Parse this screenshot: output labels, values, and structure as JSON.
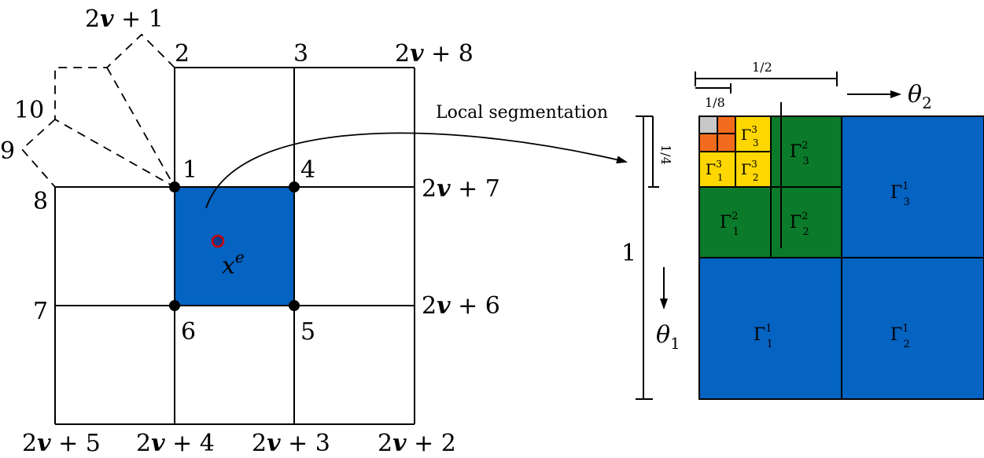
{
  "colors": {
    "blue": "#0563c1",
    "green": "#0b7a2a",
    "yellow": "#ffd700",
    "orange": "#f26b1d",
    "gray": "#c8c8c8",
    "line": "#000000",
    "marker": "#cc0000"
  },
  "left_mesh": {
    "node_labels": {
      "n1": "1",
      "n2": "2",
      "n3": "3",
      "n4": "4",
      "n5": "5",
      "n6": "6",
      "n7": "7",
      "n8": "8",
      "n9": "9",
      "n10": "10"
    },
    "v_labels": {
      "v1": {
        "pre": "2",
        "v": "v",
        "post": " + 1"
      },
      "v2": {
        "pre": "2",
        "v": "v",
        "post": " + 2"
      },
      "v3": {
        "pre": "2",
        "v": "v",
        "post": " + 3"
      },
      "v4": {
        "pre": "2",
        "v": "v",
        "post": " + 4"
      },
      "v5": {
        "pre": "2",
        "v": "v",
        "post": " + 5"
      },
      "v6": {
        "pre": "2",
        "v": "v",
        "post": " + 6"
      },
      "v7": {
        "pre": "2",
        "v": "v",
        "post": " + 7"
      },
      "v8": {
        "pre": "2",
        "v": "v",
        "post": " + 8"
      }
    },
    "point": {
      "base": "x",
      "sup": "e"
    }
  },
  "arrow_label": "Local segmentation",
  "right_panel": {
    "dim_half": "1/2",
    "dim_eighth": "1/8",
    "dim_quarter": "1/4",
    "dim_one": "1",
    "theta1": {
      "base": "θ",
      "sub": "1"
    },
    "theta2": {
      "base": "θ",
      "sub": "2"
    },
    "gammas": {
      "g11": {
        "base": "Γ",
        "sup": "1",
        "sub": "1"
      },
      "g21": {
        "base": "Γ",
        "sup": "1",
        "sub": "2"
      },
      "g31": {
        "base": "Γ",
        "sup": "1",
        "sub": "3"
      },
      "g12": {
        "base": "Γ",
        "sup": "2",
        "sub": "1"
      },
      "g22": {
        "base": "Γ",
        "sup": "2",
        "sub": "2"
      },
      "g32": {
        "base": "Γ",
        "sup": "2",
        "sub": "3"
      },
      "g13": {
        "base": "Γ",
        "sup": "3",
        "sub": "1"
      },
      "g23": {
        "base": "Γ",
        "sup": "3",
        "sub": "2"
      },
      "g33": {
        "base": "Γ",
        "sup": "3",
        "sub": "3"
      }
    }
  }
}
